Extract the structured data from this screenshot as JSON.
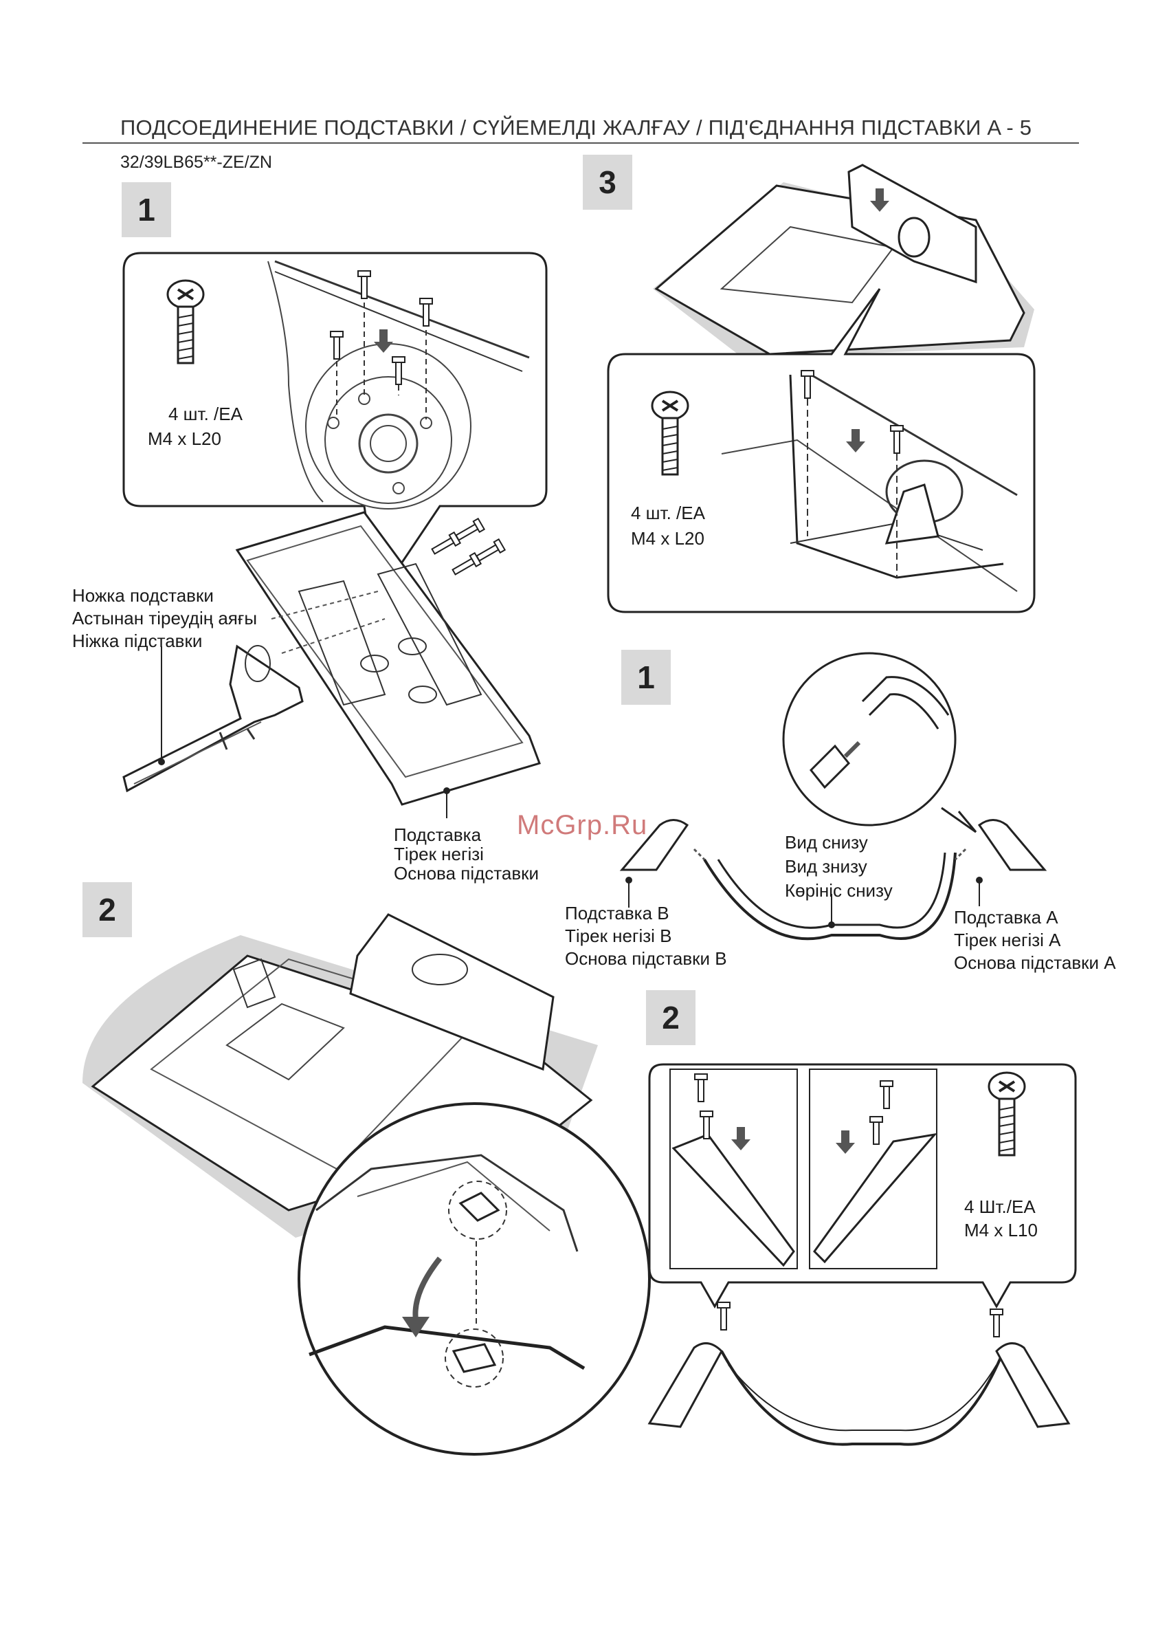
{
  "header": {
    "title": "ПОДСОЕДИНЕНИЕ ПОДСТАВКИ / СҮЙЕМЕЛДІ ЖАЛҒАУ / ПІД'ЄДНАННЯ ПІДСТАВКИ  A - 5",
    "model": "32/39LB65**-ZE/ZN"
  },
  "steps": {
    "left_1": "1",
    "left_2": "2",
    "right_3": "3",
    "right_1": "1",
    "right_2": "2"
  },
  "screw_specs": {
    "left_1": {
      "qty": "4 шт. /EA",
      "size": "M4 x L20"
    },
    "right_3": {
      "qty": "4 шт. /EA",
      "size": "M4 x L20"
    },
    "right_2": {
      "qty": "4 Шт./EA",
      "size": "M4 x L10"
    }
  },
  "labels": {
    "stand_leg": [
      "Ножка подставки",
      "Астынан тіреудің аяғы",
      "Ніжка підставки"
    ],
    "stand_base": [
      "Подставка",
      "Тірек негізі",
      "Основа підставки"
    ],
    "bottom_view": [
      "Вид снизу",
      "Вид знизу",
      "Көрініс снизу"
    ],
    "stand_b": [
      "Подставка B",
      "Тірек негізі B",
      "Основа підставки B"
    ],
    "stand_a": [
      "Подставка A",
      "Тірек негізі A",
      "Основа підставки A"
    ]
  },
  "watermark": "McGrp.Ru",
  "colors": {
    "step_badge": "#d9d9d9",
    "line": "#222222",
    "shadow": "#c8c8c8",
    "watermark": "#d07a7a"
  }
}
